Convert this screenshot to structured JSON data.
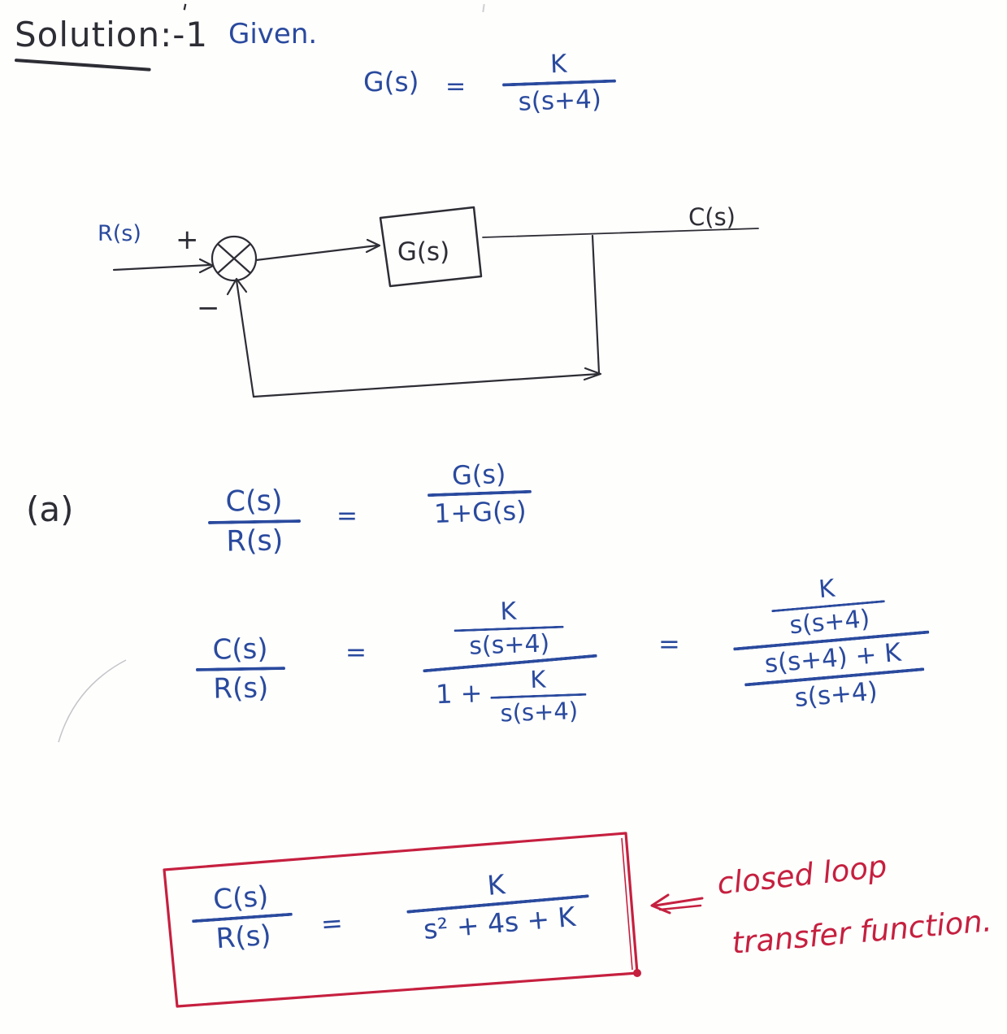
{
  "colors": {
    "ink_black": "#2d2d35",
    "ink_blue": "#2a4a9e",
    "ink_red": "#c6203f",
    "pencil": "#c4c4ca"
  },
  "header": {
    "title": "Solution:-1",
    "tick": "'",
    "given_label": "Given."
  },
  "given": {
    "lhs": "G(s)",
    "eq": "=",
    "num": "K",
    "den": "s(s+4)"
  },
  "diagram": {
    "input_label": "R(s)",
    "plus": "+",
    "minus": "−",
    "block_label": "G(s)",
    "output_label": "C(s)"
  },
  "part_a": {
    "label": "(a)",
    "lhs_num": "C(s)",
    "lhs_den": "R(s)",
    "eq": "=",
    "rhs_num": "G(s)",
    "rhs_den": "1+G(s)"
  },
  "derivation": {
    "lhs_num": "C(s)",
    "lhs_den": "R(s)",
    "eq1": "=",
    "step1": {
      "num_K": "K",
      "num_den": "s(s+4)",
      "one_plus": "1 +",
      "den_K": "K",
      "den_den": "s(s+4)"
    },
    "eq2": "=",
    "step2": {
      "num_K": "K",
      "num_den": "s(s+4)",
      "mid": "s(s+4) + K",
      "bottom": "s(s+4)"
    }
  },
  "result": {
    "lhs_num": "C(s)",
    "lhs_den": "R(s)",
    "eq": "=",
    "num": "K",
    "den": "s² + 4s + K",
    "note_line1": "closed loop",
    "note_line2": "transfer function."
  }
}
